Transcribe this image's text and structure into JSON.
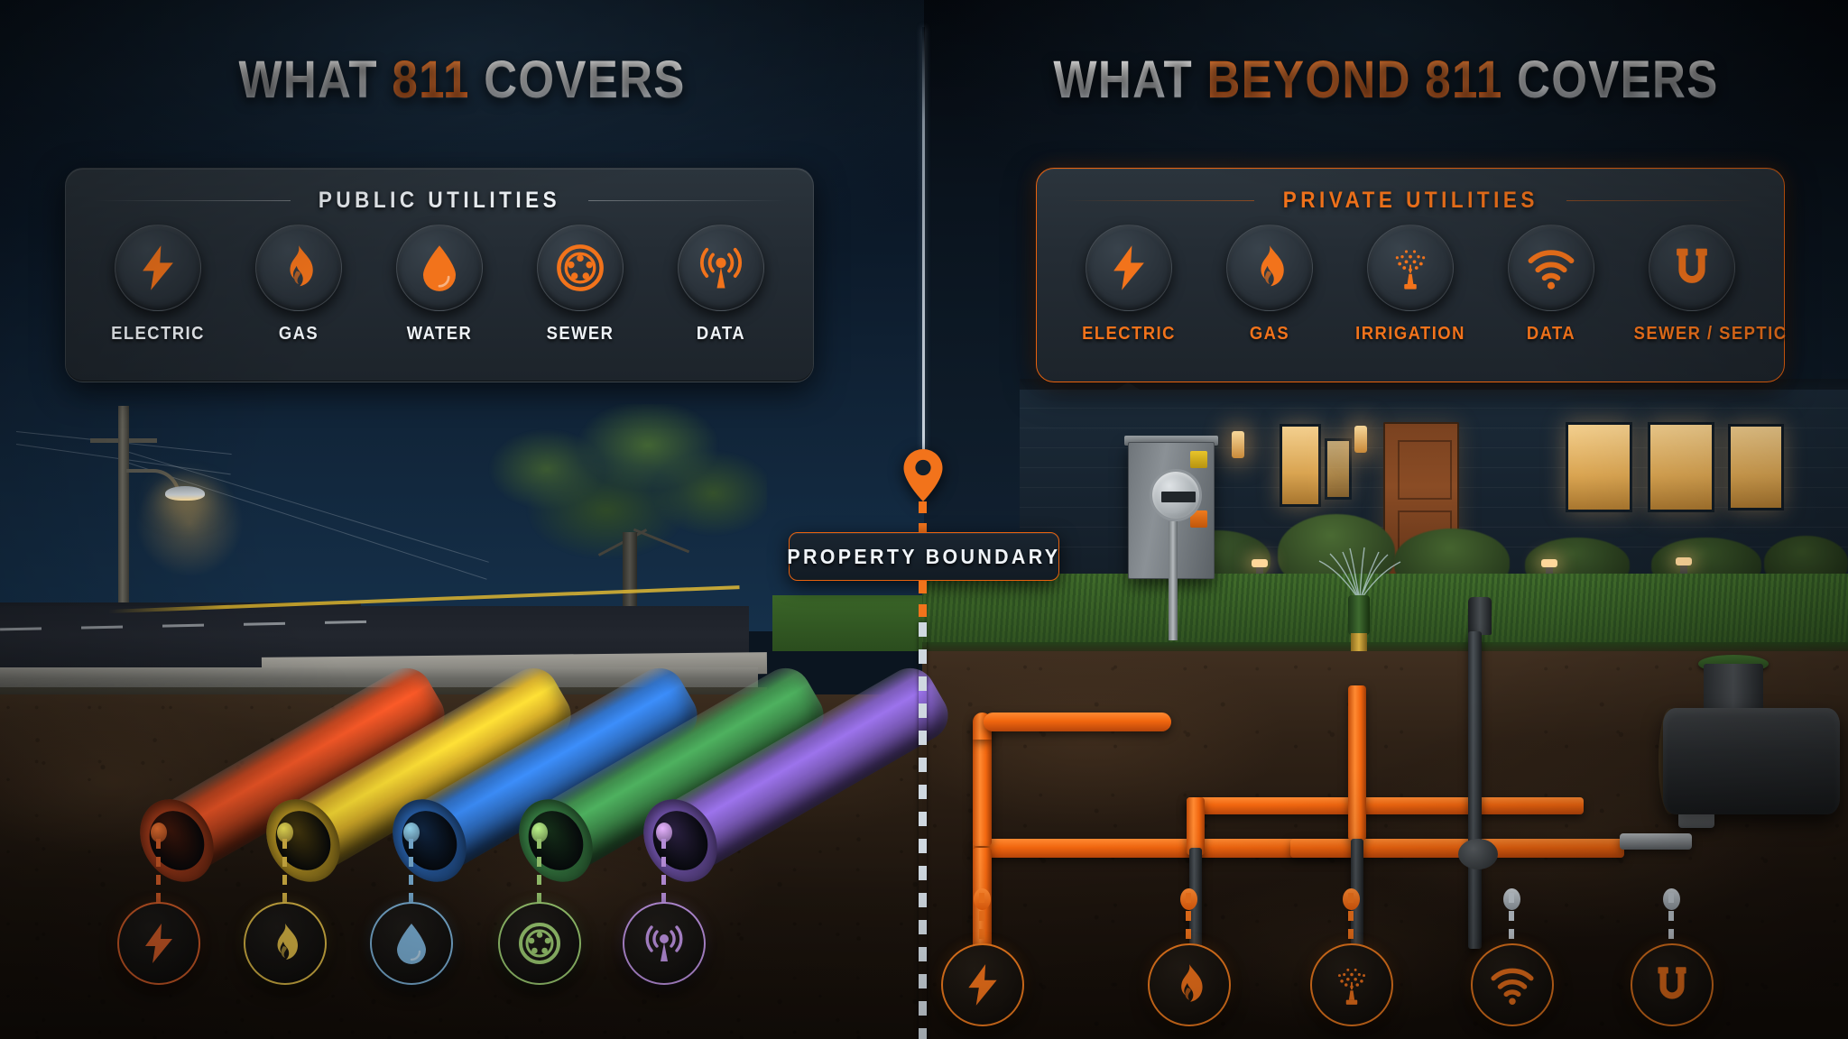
{
  "left": {
    "title_parts": [
      {
        "text": "WHAT ",
        "color": "white"
      },
      {
        "text": "811",
        "color": "orange"
      },
      {
        "text": " COVERS",
        "color": "white"
      }
    ],
    "title_plain": "WHAT 811 COVERS",
    "panel_title": "PUBLIC UTILITIES",
    "utilities": [
      {
        "label": "ELECTRIC",
        "icon": "lightning-bolt-icon",
        "pipe_color": "#c4461f",
        "badge_color": "#e0622a"
      },
      {
        "label": "GAS",
        "icon": "flame-icon",
        "pipe_color": "#d9b02a",
        "badge_color": "#e8c34a"
      },
      {
        "label": "WATER",
        "icon": "water-drop-icon",
        "pipe_color": "#2f6fc4",
        "badge_color": "#7fb6dd"
      },
      {
        "label": "SEWER",
        "icon": "manhole-cover-icon",
        "pipe_color": "#3d8a4a",
        "badge_color": "#9ccb72"
      },
      {
        "label": "DATA",
        "icon": "signal-tower-icon",
        "pipe_color": "#7a5ab8",
        "badge_color": "#b98fdc"
      }
    ]
  },
  "right": {
    "title_parts": [
      {
        "text": "WHAT ",
        "color": "white"
      },
      {
        "text": "BEYOND 811",
        "color": "orange"
      },
      {
        "text": " COVERS",
        "color": "white"
      }
    ],
    "title_plain": "WHAT BEYOND 811 COVERS",
    "panel_title": "PRIVATE UTILITIES",
    "utilities": [
      {
        "label": "ELECTRIC",
        "icon": "lightning-bolt-icon"
      },
      {
        "label": "GAS",
        "icon": "flame-icon"
      },
      {
        "label": "IRRIGATION",
        "icon": "sprinkler-icon"
      },
      {
        "label": "DATA",
        "icon": "wifi-icon"
      },
      {
        "label": "SEWER / SEPTIC",
        "icon": "septic-u-pipe-icon"
      }
    ]
  },
  "boundary": {
    "label": "PROPERTY BOUNDARY",
    "pin_icon": "map-pin-icon"
  },
  "colors": {
    "accent_orange": "#f2731b",
    "panel_bg": "#242c34",
    "night_sky": "#0b1520",
    "title_white": "#f2f5f8"
  }
}
